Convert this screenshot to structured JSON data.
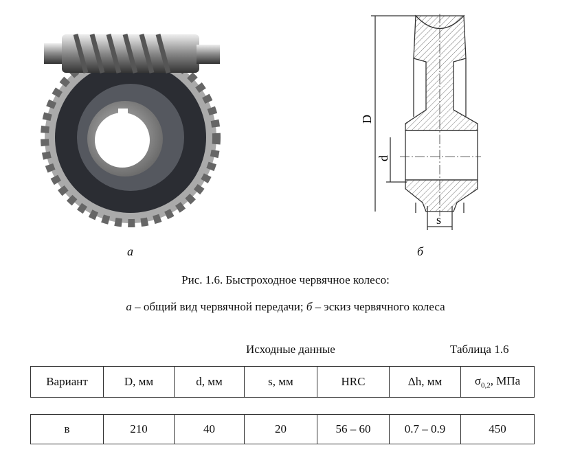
{
  "figure": {
    "label_a": "а",
    "label_b": "б",
    "drawing_labels": {
      "D": "D",
      "d": "d",
      "s": "s"
    },
    "caption_title": "Рис. 1.6. Быстроходное червячное колесо:",
    "caption_a": "а",
    "caption_a_text": " – общий вид червячной передачи; ",
    "caption_b": "б",
    "caption_b_text": " – эскиз червячного колеса"
  },
  "table": {
    "title": "Исходные данные",
    "number": "Таблица 1.6",
    "headers": [
      "Вариант",
      "D, мм",
      "d, мм",
      "s, мм",
      "HRC",
      "Δh, мм",
      "σ",
      "0,2",
      ", МПа"
    ],
    "row": [
      "в",
      "210",
      "40",
      "20",
      "56 – 60",
      "0.7 – 0.9",
      "450"
    ]
  }
}
